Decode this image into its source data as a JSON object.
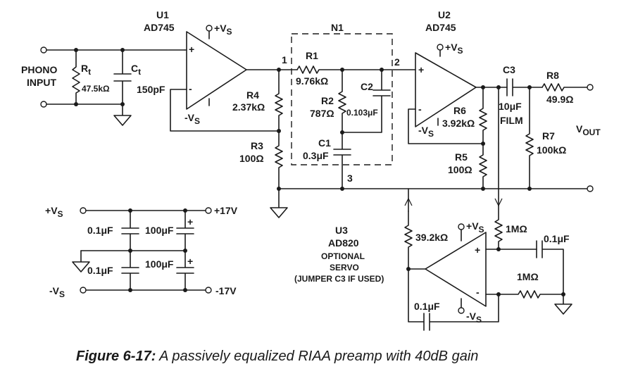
{
  "labels": {
    "u1_ref": "U1",
    "u1_part": "AD745",
    "u2_ref": "U2",
    "u2_part": "AD745",
    "u3_ref": "U3",
    "u3_part": "AD820",
    "u3_note1": "OPTIONAL",
    "u3_note2": "SERVO",
    "u3_note3": "(JUMPER C3 IF USED)",
    "n1": "N1",
    "phono1": "PHONO",
    "phono2": "INPUT",
    "rt": "R",
    "rt_sub": "t",
    "rt_val": "47.5kΩ",
    "ct": "C",
    "ct_sub": "t",
    "ct_val": "150pF",
    "vs": "V",
    "vs_sub": "S",
    "r1": "R1",
    "r1_val": "9.76kΩ",
    "r2": "R2",
    "r2_val": "787Ω",
    "c2": "C2",
    "c2_val": "0.103μF",
    "c1": "C1",
    "c1_val": "0.3μF",
    "r3": "R3",
    "r3_val": "100Ω",
    "r4": "R4",
    "r4_val": "2.37kΩ",
    "r5": "R5",
    "r5_val": "100Ω",
    "r6": "R6",
    "r6_val": "3.92kΩ",
    "r7": "R7",
    "r7_val": "100kΩ",
    "r8": "R8",
    "r8_val": "49.9Ω",
    "c3": "C3",
    "c3_val": "10μF",
    "c3_type": "FILM",
    "vout": "V",
    "vout_sub": "OUT",
    "node1": "1",
    "node2": "2",
    "node3": "3",
    "r_392k": "39.2kΩ",
    "r_1m_a": "1MΩ",
    "r_1m_b": "1MΩ",
    "c_01_a": "0.1μF",
    "c_01_b": "0.1μF",
    "sup_plus17": "+17V",
    "sup_minus17": "-17V",
    "sup_c01_a": "0.1μF",
    "sup_c01_b": "0.1μF",
    "sup_c100_a": "100μF",
    "sup_c100_b": "100μF",
    "plus": "+",
    "minus": "-"
  },
  "caption": {
    "lead": "Figure 6-17:",
    "text": " A passively equalized RIAA preamp with 40dB gain"
  }
}
